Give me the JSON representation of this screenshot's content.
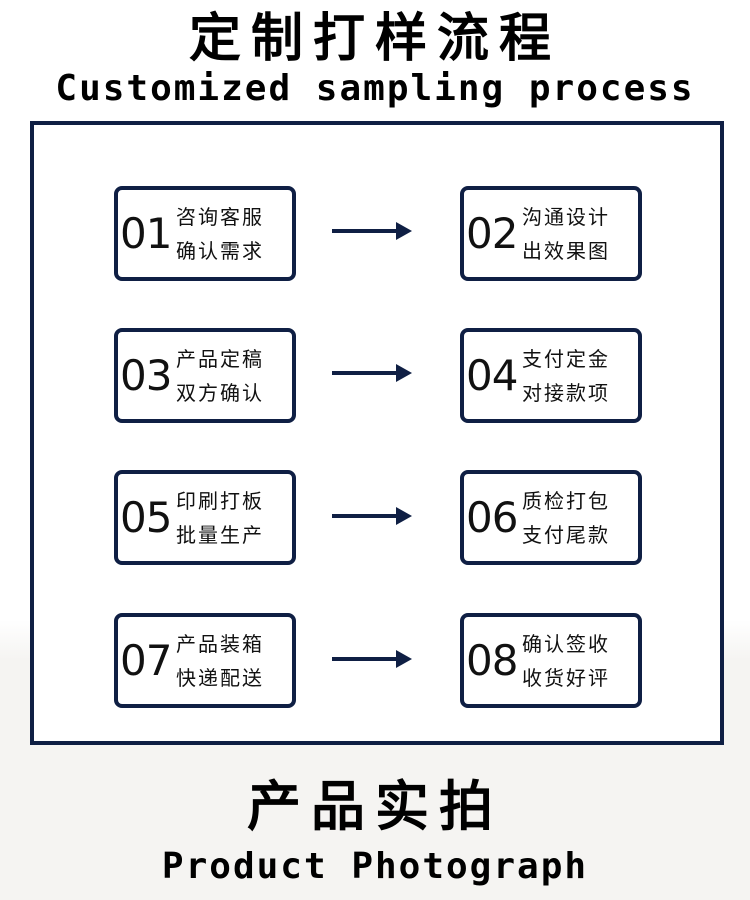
{
  "header": {
    "title_cn": "定制打样流程",
    "title_en": "Customized sampling process"
  },
  "steps": [
    {
      "num": "01",
      "line1": "咨询客服",
      "line2": "确认需求"
    },
    {
      "num": "02",
      "line1": "沟通设计",
      "line2": "出效果图"
    },
    {
      "num": "03",
      "line1": "产品定稿",
      "line2": "双方确认"
    },
    {
      "num": "04",
      "line1": "支付定金",
      "line2": "对接款项"
    },
    {
      "num": "05",
      "line1": "印刷打板",
      "line2": "批量生产"
    },
    {
      "num": "06",
      "line1": "质检打包",
      "line2": "支付尾款"
    },
    {
      "num": "07",
      "line1": "产品装箱",
      "line2": "快递配送"
    },
    {
      "num": "08",
      "line1": "确认签收",
      "line2": "收货好评"
    }
  ],
  "section": {
    "title_cn": "产品实拍",
    "title_en": "Product Photograph"
  },
  "colors": {
    "navy": "#0f1f44",
    "text": "#111111",
    "background_lower": "#f5f4f2"
  },
  "icons": {
    "arrow": "arrow-right-icon"
  }
}
